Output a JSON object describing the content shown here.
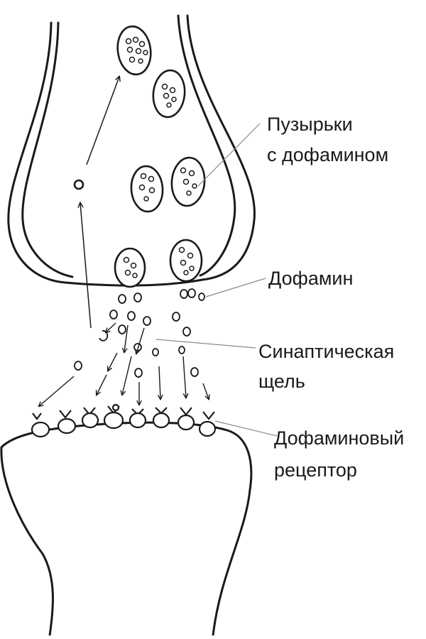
{
  "labels": {
    "vesicles_line1": "Пузырьки",
    "vesicles_line2": "с дофамином",
    "dopamine": "Дофамин",
    "cleft_line1": "Синаптическая",
    "cleft_line2": "щель",
    "receptor_line1": "Дофаминовый",
    "receptor_line2": "рецептор"
  },
  "colors": {
    "ink": "#1a1a1a",
    "pointer": "#8a8a8a",
    "background": "#ffffff"
  }
}
